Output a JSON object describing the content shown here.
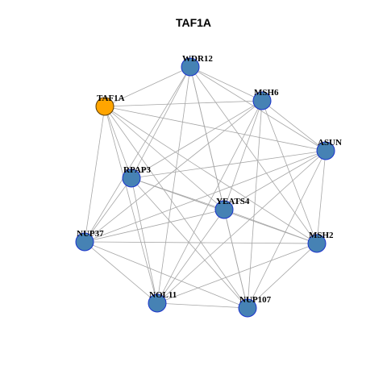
{
  "title": "TAF1A",
  "colors": {
    "highlight_fill": "#FFA500",
    "highlight_stroke": "#5a3a00",
    "node_fill": "#4682B4",
    "node_stroke": "#1a33cc",
    "edge": "#a6a6a6"
  },
  "nodes": [
    {
      "id": "WDR12",
      "label": "WDR12",
      "highlight": false
    },
    {
      "id": "TAF1A",
      "label": "TAF1A",
      "highlight": true
    },
    {
      "id": "MSH6",
      "label": "MSH6",
      "highlight": false
    },
    {
      "id": "ASUN",
      "label": "ASUN",
      "highlight": false
    },
    {
      "id": "RPAP3",
      "label": "RPAP3",
      "highlight": false
    },
    {
      "id": "YEATS4",
      "label": "YEATS4",
      "highlight": false
    },
    {
      "id": "NUP37",
      "label": "NUP37",
      "highlight": false
    },
    {
      "id": "MSH2",
      "label": "MSH2",
      "highlight": false
    },
    {
      "id": "NOL11",
      "label": "NOL11",
      "highlight": false
    },
    {
      "id": "NUP107",
      "label": "NUP107",
      "highlight": false
    }
  ],
  "edges": [
    [
      "TAF1A",
      "WDR12"
    ],
    [
      "TAF1A",
      "MSH6"
    ],
    [
      "TAF1A",
      "ASUN"
    ],
    [
      "TAF1A",
      "RPAP3"
    ],
    [
      "TAF1A",
      "YEATS4"
    ],
    [
      "TAF1A",
      "NUP37"
    ],
    [
      "TAF1A",
      "MSH2"
    ],
    [
      "TAF1A",
      "NOL11"
    ],
    [
      "TAF1A",
      "NUP107"
    ],
    [
      "WDR12",
      "MSH6"
    ],
    [
      "WDR12",
      "ASUN"
    ],
    [
      "WDR12",
      "RPAP3"
    ],
    [
      "WDR12",
      "YEATS4"
    ],
    [
      "WDR12",
      "NUP37"
    ],
    [
      "WDR12",
      "MSH2"
    ],
    [
      "WDR12",
      "NOL11"
    ],
    [
      "WDR12",
      "NUP107"
    ],
    [
      "MSH6",
      "ASUN"
    ],
    [
      "MSH6",
      "RPAP3"
    ],
    [
      "MSH6",
      "YEATS4"
    ],
    [
      "MSH6",
      "NUP37"
    ],
    [
      "MSH6",
      "MSH2"
    ],
    [
      "MSH6",
      "NOL11"
    ],
    [
      "MSH6",
      "NUP107"
    ],
    [
      "ASUN",
      "RPAP3"
    ],
    [
      "ASUN",
      "YEATS4"
    ],
    [
      "ASUN",
      "NUP37"
    ],
    [
      "ASUN",
      "MSH2"
    ],
    [
      "ASUN",
      "NOL11"
    ],
    [
      "ASUN",
      "NUP107"
    ],
    [
      "RPAP3",
      "YEATS4"
    ],
    [
      "RPAP3",
      "NUP37"
    ],
    [
      "RPAP3",
      "MSH2"
    ],
    [
      "RPAP3",
      "NOL11"
    ],
    [
      "RPAP3",
      "NUP107"
    ],
    [
      "YEATS4",
      "NUP37"
    ],
    [
      "YEATS4",
      "MSH2"
    ],
    [
      "YEATS4",
      "NOL11"
    ],
    [
      "YEATS4",
      "NUP107"
    ],
    [
      "NUP37",
      "MSH2"
    ],
    [
      "NUP37",
      "NOL11"
    ],
    [
      "NUP37",
      "NUP107"
    ],
    [
      "MSH2",
      "NOL11"
    ],
    [
      "MSH2",
      "NUP107"
    ],
    [
      "NOL11",
      "NUP107"
    ]
  ]
}
